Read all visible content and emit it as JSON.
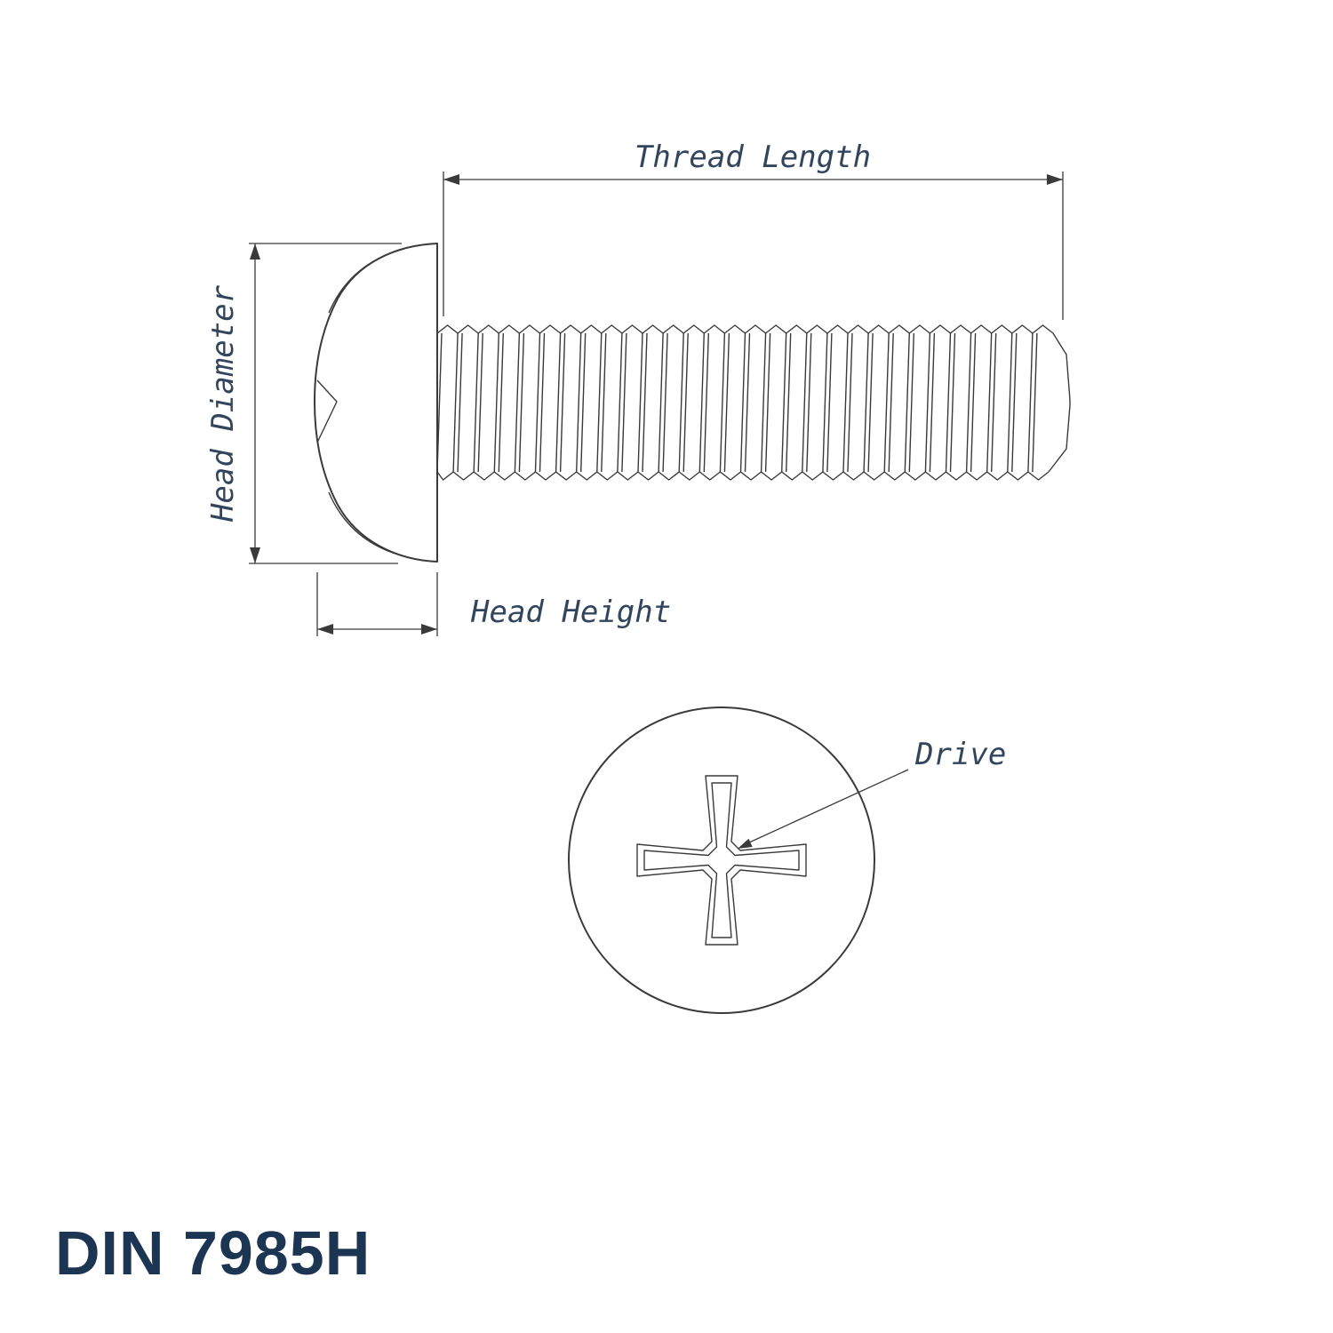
{
  "title": "DIN 7985H",
  "labels": {
    "thread_length": "Thread Length",
    "head_diameter": "Head Diameter",
    "head_height": "Head Height",
    "drive": "Drive"
  },
  "colors": {
    "drawing_line": "#3a3a3a",
    "label_text": "#31455c",
    "title_text": "#1c3553",
    "background": "#ffffff"
  }
}
